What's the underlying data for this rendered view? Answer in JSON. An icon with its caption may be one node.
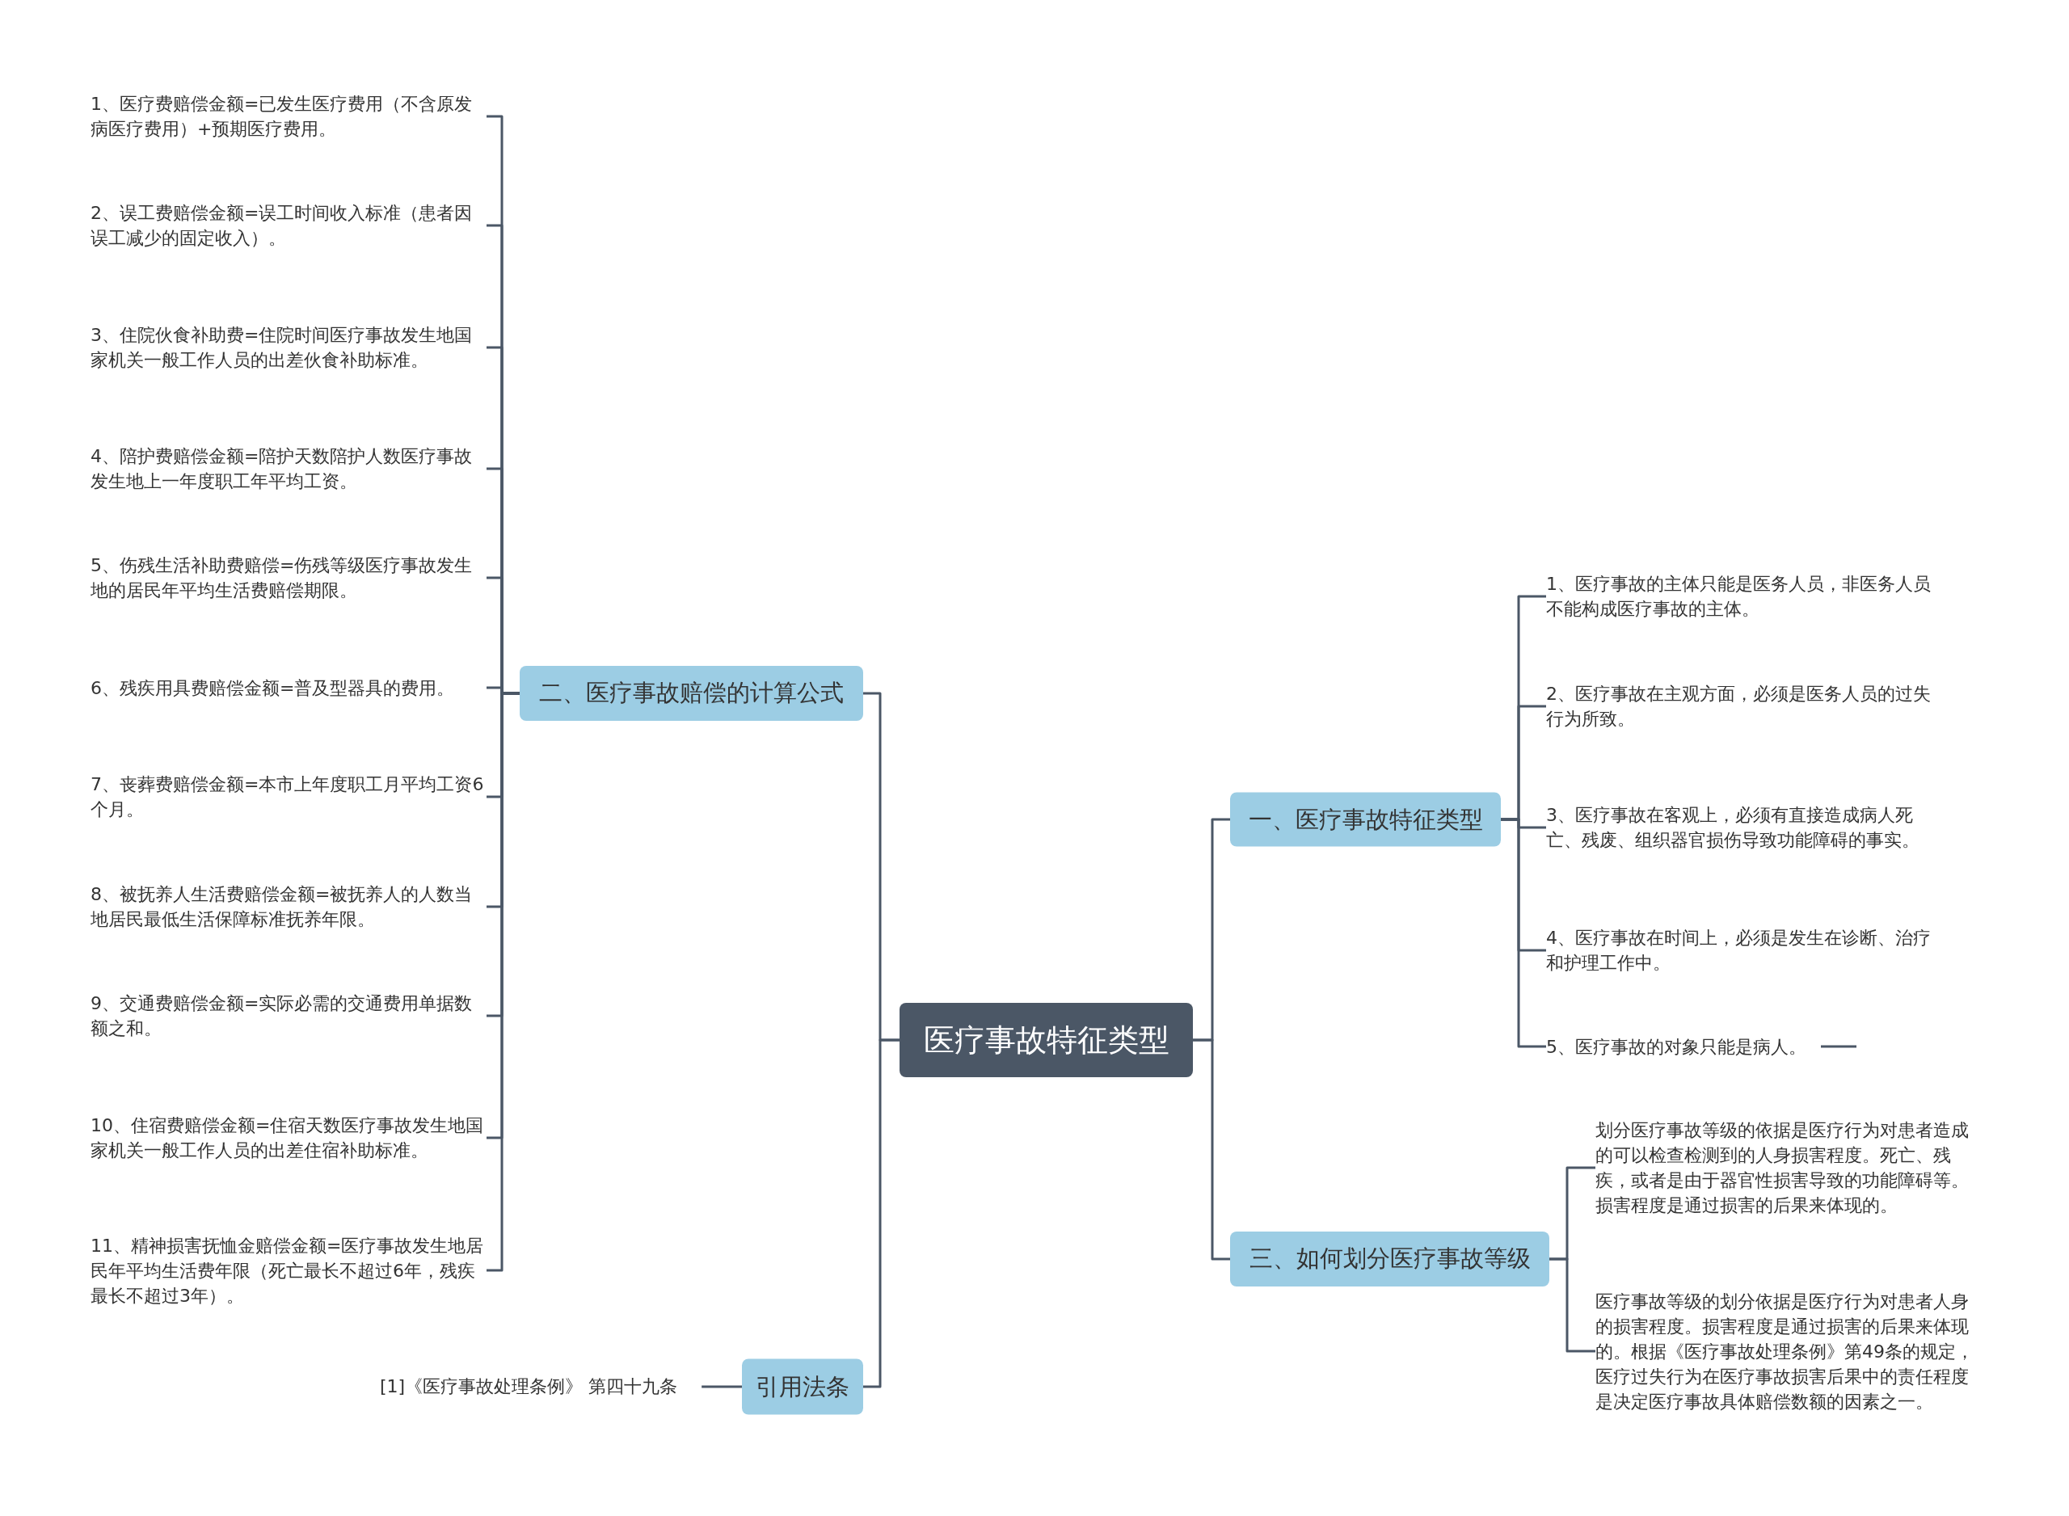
{
  "diagram": {
    "nodes": [
      {
        "text": [
          "医疗事故特征类型"
        ]
      },
      {
        "text": [
          "二、医疗事故赔偿的计算公式"
        ]
      },
      {
        "text": [
          "1、医疗费赔偿金额=已发生医疗费用（不含原发病医疗费用）+预期医疗费用。"
        ]
      },
      {
        "text": [
          "2、误工费赔偿金额=误工时间收入标准（患者因误工减少的固定收入）。"
        ]
      },
      {
        "text": [
          "3、住院伙食补助费=住院时间医疗事故发生地国家机关一般工作人员的出差伙食补助标准。"
        ]
      },
      {
        "text": [
          "4、陪护费赔偿金额=陪护天数陪护人数医疗事故发生地上一年度职工年平均工资。"
        ]
      },
      {
        "text": [
          "5、伤残生活补助费赔偿=伤残等级医疗事故发生地的居民年平均生活费赔偿期限。"
        ]
      },
      {
        "text": [
          "6、残疾用具费赔偿金额=普及型器具的费用。"
        ]
      },
      {
        "text": [
          "7、丧葬费赔偿金额=本市上年度职工月平均工资6个月。"
        ]
      },
      {
        "text": [
          "8、被抚养人生活费赔偿金额=被抚养人的人数当地居民最低生活保障标准抚养年限。"
        ]
      },
      {
        "text": [
          "9、交通费赔偿金额=实际必需的交通费用单据数额之和。"
        ]
      },
      {
        "text": [
          "10、住宿费赔偿金额=住宿天数医疗事故发生地国家机关一般工作人员的出差住宿补助标准。"
        ]
      },
      {
        "text": [
          "11、精神损害抚恤金赔偿金额=医疗事故发生地居民年平均生活费年限（死亡最长不超过6年，残疾最长不超过3年）。"
        ]
      },
      {
        "text": [
          "引用法条"
        ]
      },
      {
        "text": [
          "[1]《医疗事故处理条例》 第四十九条"
        ]
      },
      {
        "text": [
          "一、医疗事故特征类型"
        ]
      },
      {
        "text": [
          "1、医疗事故的主体只能是医务人员，非医务人员不能构成医疗事故的主体。"
        ]
      },
      {
        "text": [
          "2、医疗事故在主观方面，必须是医务人员的过失行为所致。"
        ]
      },
      {
        "text": [
          "3、医疗事故在客观上，必须有直接造成病人死亡、残废、组织器官损伤导致功能障碍的事实。"
        ]
      },
      {
        "text": [
          "4、医疗事故在时间上，必须是发生在诊断、治疗和护理工作中。"
        ]
      },
      {
        "text": [
          "5、医疗事故的对象只能是病人。"
        ]
      },
      {
        "text": [
          "三、如何划分医疗事故等级"
        ]
      },
      {
        "text": [
          "划分医疗事故等级的依据是医疗行为对患者造成的可以检查检测到的人身损害程度。死亡、残疾，或者是由于器官性损害导致的功能障碍等。损害程度是通过损害的后果来体现的。"
        ]
      },
      {
        "text": [
          "医疗事故等级的划分依据是医疗行为对患者人身的损害程度。损害程度是通过损害的后果来体现的。根据《医疗事故处理条例》第49条的规定，医疗过失行为在医疗事故损害后果中的责任程度是决定医疗事故具体赔偿数额的因素之一。"
        ]
      }
    ],
    "edges": [
      {
        "from": 0,
        "to": 1,
        "arrow": "none"
      },
      {
        "from": 1,
        "to": 2,
        "arrow": "none"
      },
      {
        "from": 1,
        "to": 3,
        "arrow": "none"
      },
      {
        "from": 1,
        "to": 4,
        "arrow": "none"
      },
      {
        "from": 1,
        "to": 5,
        "arrow": "none"
      },
      {
        "from": 1,
        "to": 6,
        "arrow": "none"
      },
      {
        "from": 1,
        "to": 7,
        "arrow": "none"
      },
      {
        "from": 1,
        "to": 8,
        "arrow": "none"
      },
      {
        "from": 1,
        "to": 9,
        "arrow": "none"
      },
      {
        "from": 1,
        "to": 10,
        "arrow": "none"
      },
      {
        "from": 1,
        "to": 11,
        "arrow": "none"
      },
      {
        "from": 1,
        "to": 12,
        "arrow": "none"
      },
      {
        "from": 0,
        "to": 13,
        "arrow": "none"
      },
      {
        "from": 13,
        "to": 14,
        "arrow": "none"
      },
      {
        "from": 0,
        "to": 15,
        "arrow": "none"
      },
      {
        "from": 15,
        "to": 16,
        "arrow": "none"
      },
      {
        "from": 15,
        "to": 17,
        "arrow": "none"
      },
      {
        "from": 15,
        "to": 18,
        "arrow": "none"
      },
      {
        "from": 15,
        "to": 19,
        "arrow": "none"
      },
      {
        "from": 15,
        "to": 20,
        "arrow": "none"
      },
      {
        "from": 0,
        "to": 21,
        "arrow": "none"
      },
      {
        "from": 21,
        "to": 22,
        "arrow": "none"
      },
      {
        "from": 21,
        "to": 23,
        "arrow": "none"
      },
      {
        "from": 20,
        "to": null,
        "arrow": "none"
      }
    ]
  }
}
